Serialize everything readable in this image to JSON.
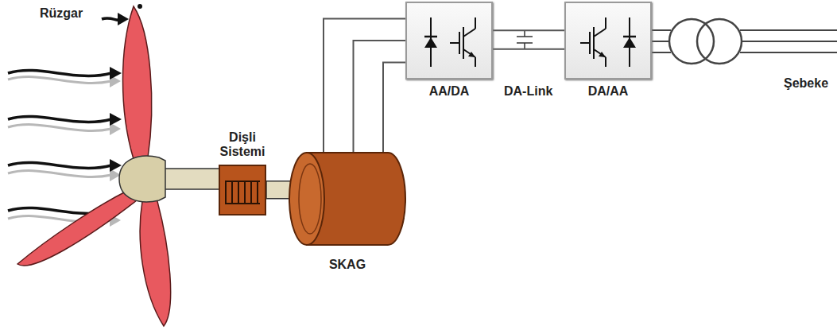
{
  "diagram": {
    "nodes": [
      {
        "text": [
          "Dişli Sistemi"
        ]
      },
      {
        "text": [
          "SKAG"
        ]
      },
      {
        "text": [
          "AA/DA"
        ]
      },
      {
        "text": [
          "DA/AA"
        ]
      }
    ],
    "edges": [
      {
        "from": 0,
        "to": 1,
        "arrow": "none"
      },
      {
        "from": 1,
        "to": 2,
        "arrow": "none"
      },
      {
        "from": 2,
        "to": 3,
        "arrow": "none",
        "label": "DA-Link"
      }
    ],
    "labels": [
      "Rüzgar",
      "Şebeke"
    ]
  }
}
